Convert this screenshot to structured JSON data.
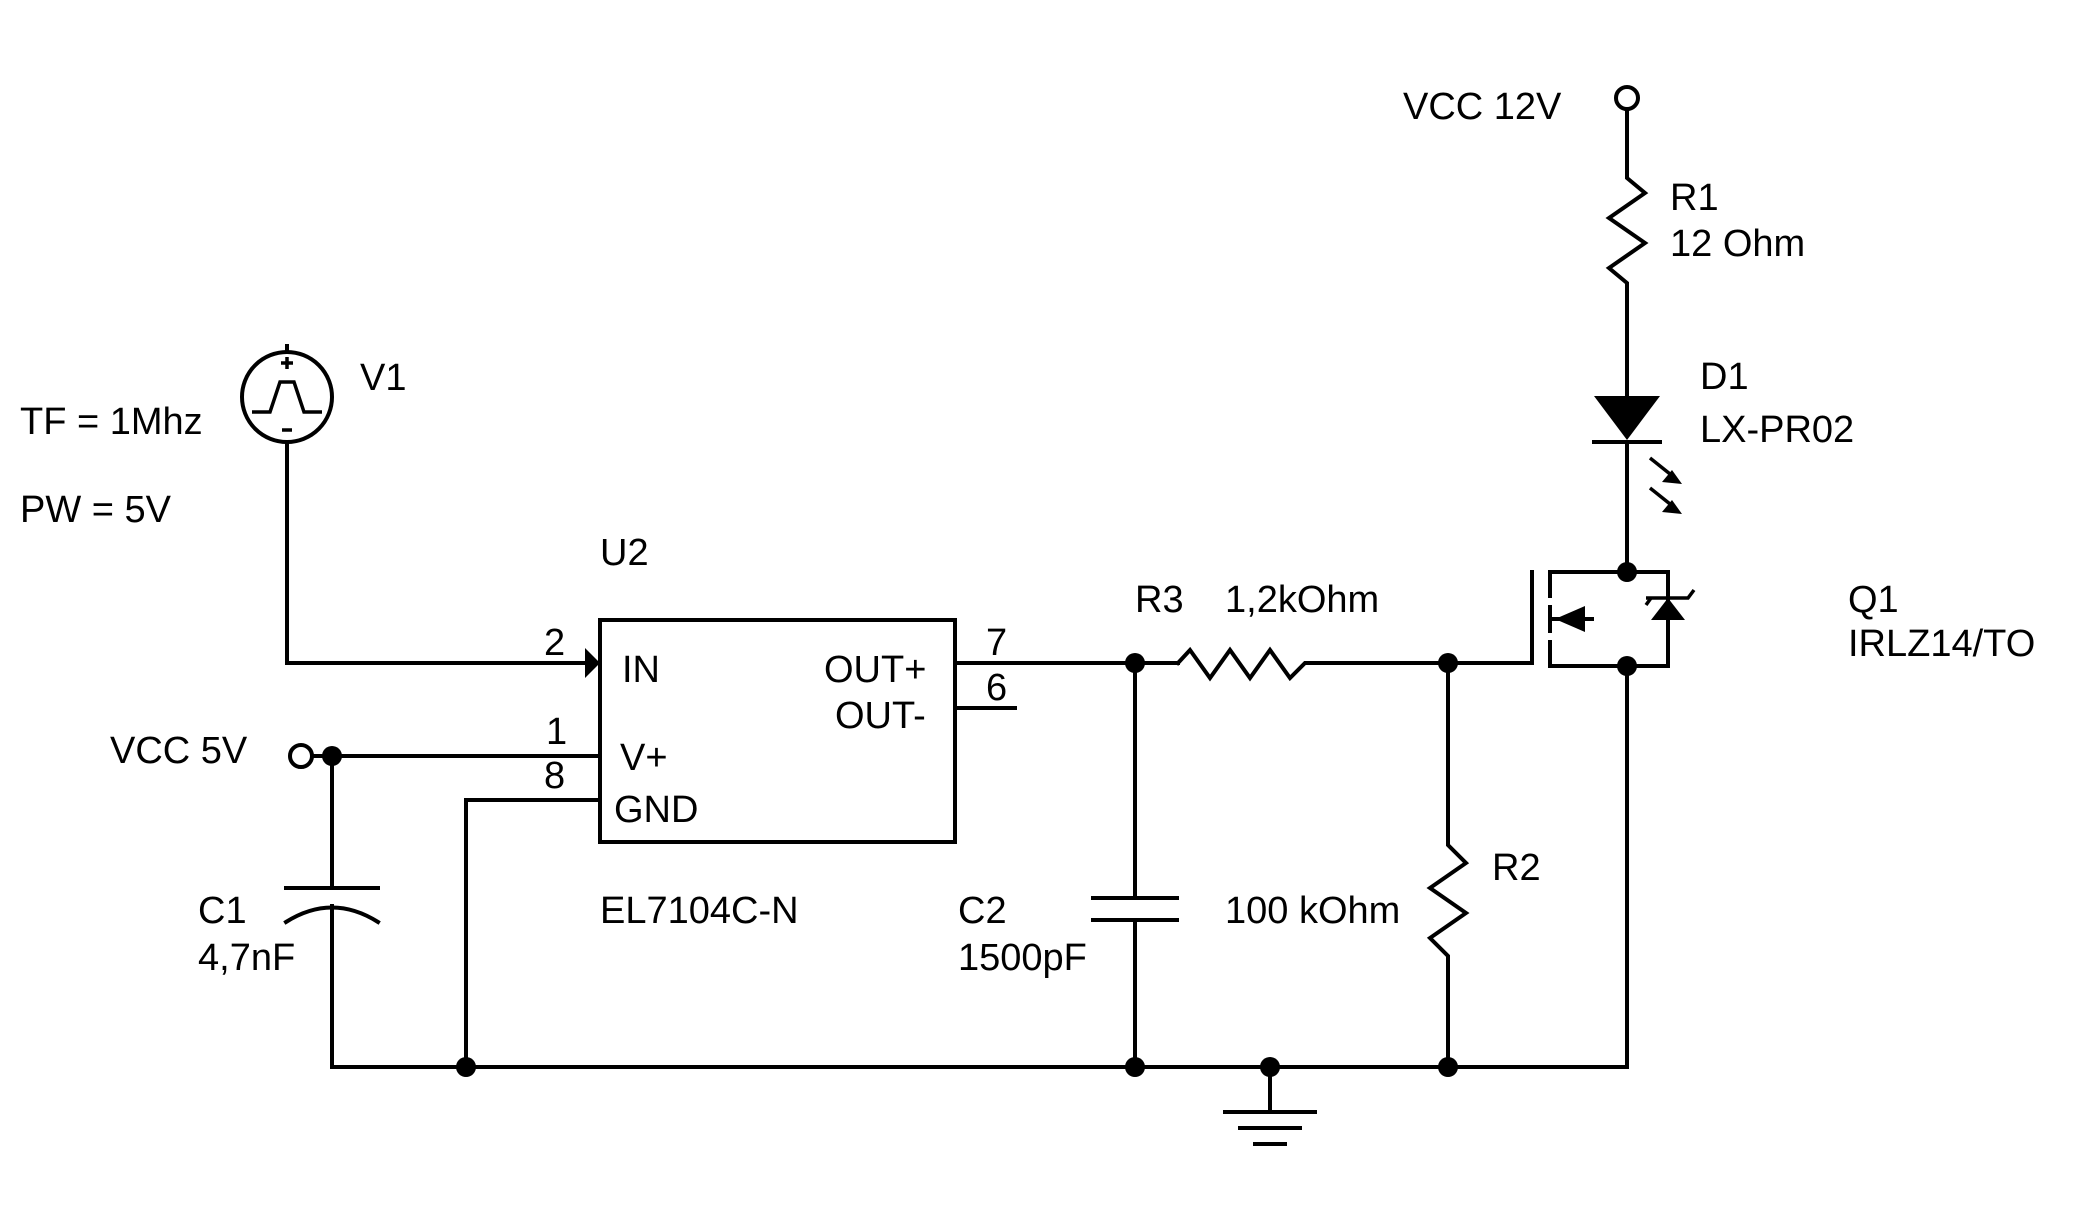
{
  "v1": {
    "ref": "V1",
    "tf": "TF = 1Mhz",
    "pw": "PW = 5V"
  },
  "u2": {
    "ref": "U2",
    "part": "EL7104C-N",
    "pins": {
      "in_num": "2",
      "in": "IN",
      "vp_num": "1",
      "vp": "V+",
      "gnd_num": "8",
      "gnd": "GND",
      "outp_num": "7",
      "outp": "OUT+",
      "outm_num": "6",
      "outm": "OUT-"
    }
  },
  "vcc5": {
    "label": "VCC 5V"
  },
  "vcc12": {
    "label": "VCC 12V"
  },
  "c1": {
    "ref": "C1",
    "value": "4,7nF"
  },
  "c2": {
    "ref": "C2",
    "value": "1500pF"
  },
  "r1": {
    "ref": "R1",
    "value": "12 Ohm"
  },
  "r2": {
    "ref": "R2",
    "value": "100 kOhm"
  },
  "r3": {
    "ref": "R3",
    "value": "1,2kOhm"
  },
  "d1": {
    "ref": "D1",
    "part": "LX-PR02"
  },
  "q1": {
    "ref": "Q1",
    "part": "IRLZ14/TO"
  }
}
